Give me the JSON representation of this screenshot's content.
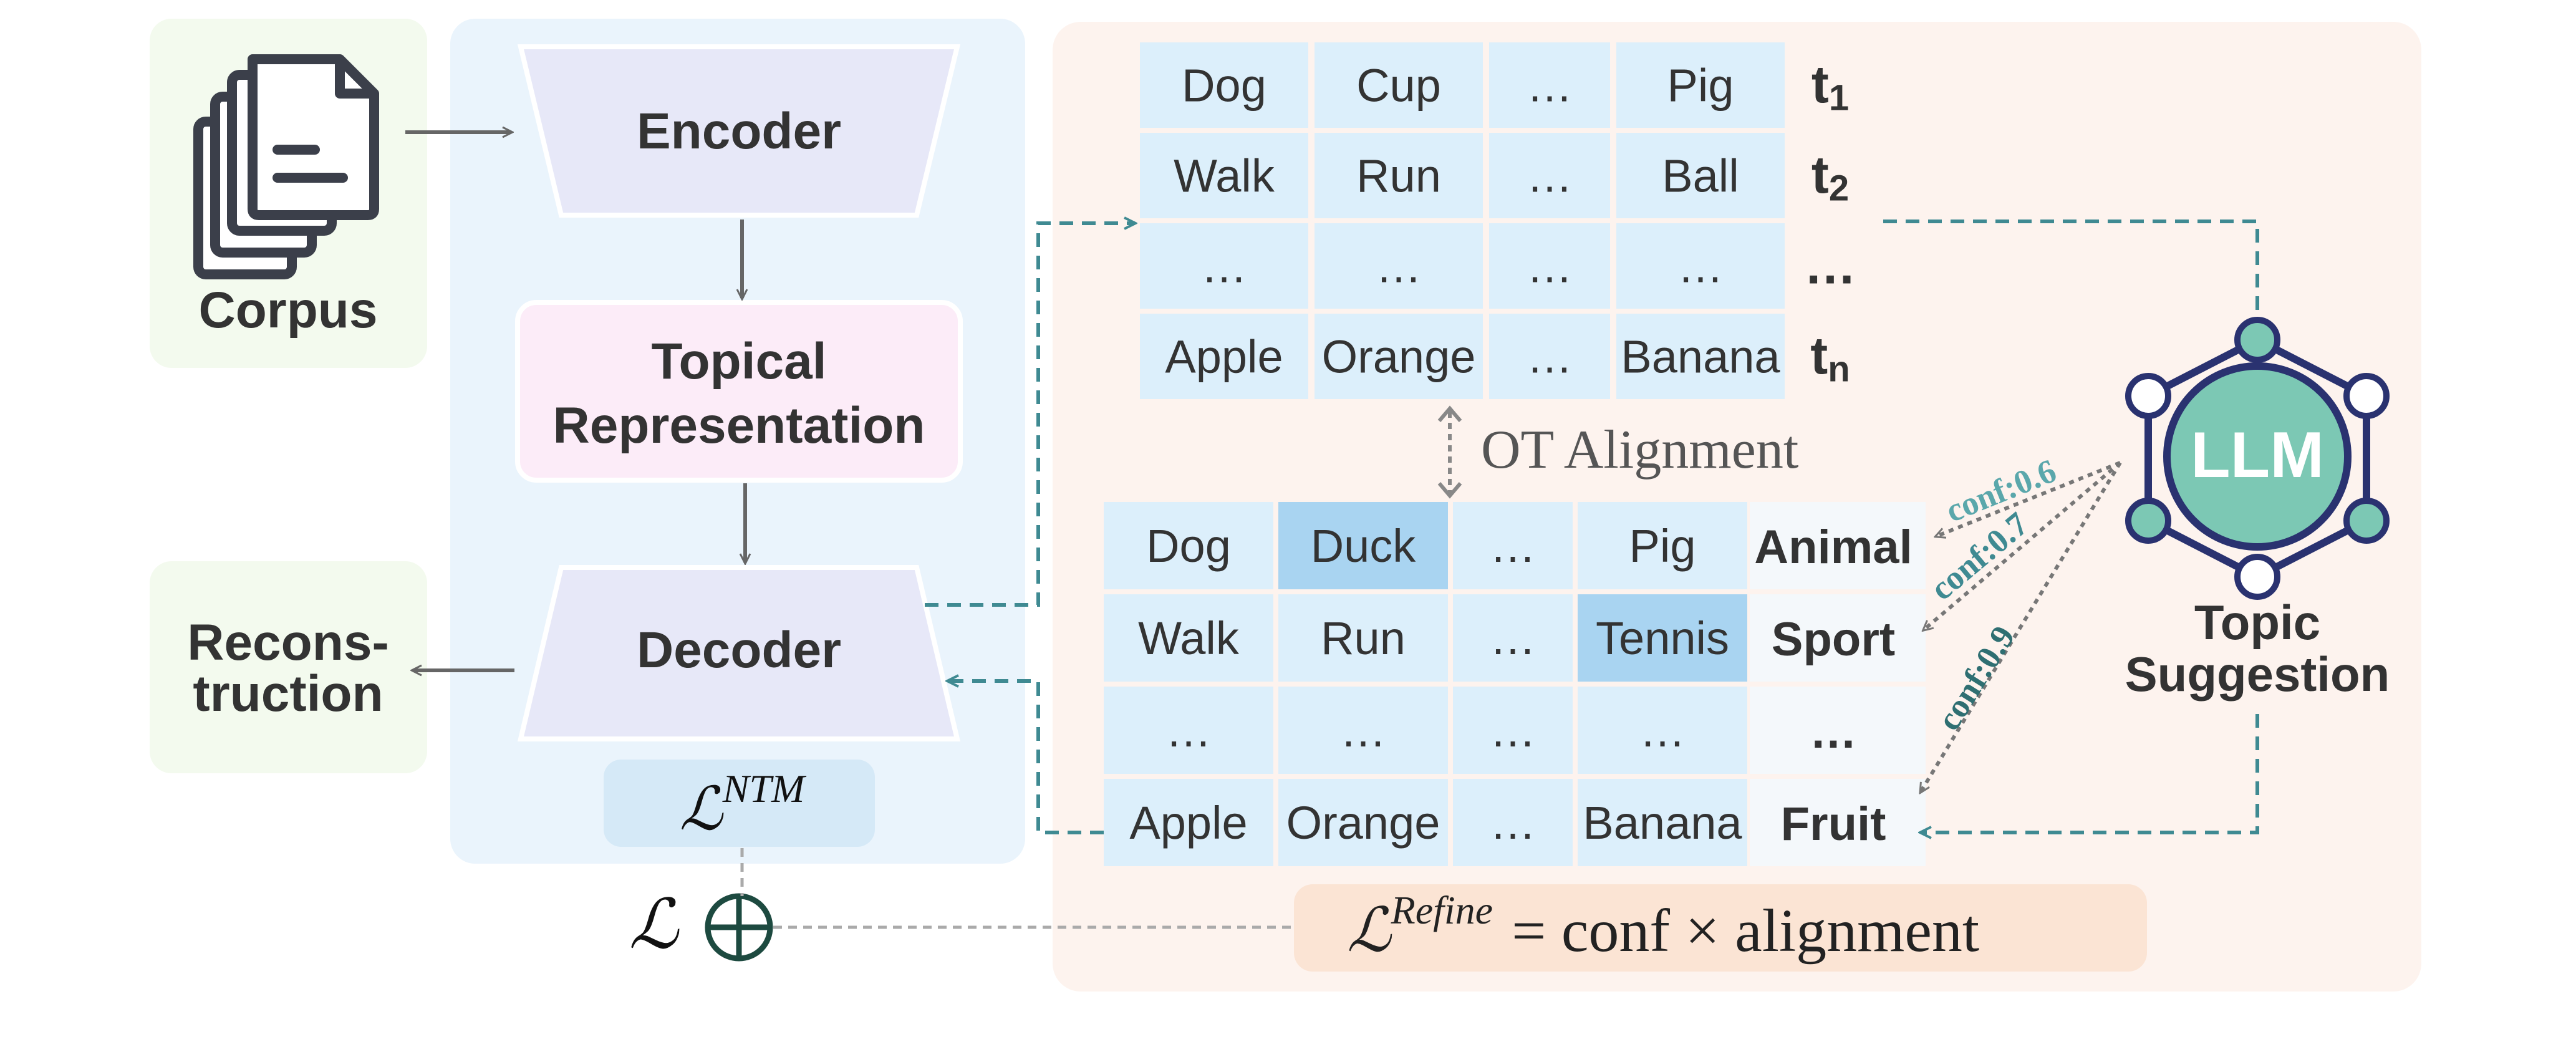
{
  "colors": {
    "corpus_bg": "#f3faee",
    "left_panel_bg": "#eaf4fc",
    "right_panel_bg": "#fdf3ee",
    "trapezoid": "#e7e8f8",
    "topical_bg": "#fcecf8",
    "loss_ntm_bg": "#d5e9f7",
    "loss_refine_bg": "#fbe4d4",
    "cell": "#dceffb",
    "cell_highlight": "#a9d4f1",
    "llm_green": "#7cc8b4",
    "llm_navy": "#2a3270",
    "teal_dash": "#3f8a92",
    "conf_text": "#5aa7ab",
    "gray": "#666666",
    "text": "#333333"
  },
  "icons": {
    "corpus": "document-stack-icon",
    "llm": "hexagon-network-icon",
    "sum": "circle-plus-icon"
  },
  "labels": {
    "corpus": "Corpus",
    "encoder": "Encoder",
    "topical_line1": "Topical",
    "topical_line2": "Representation",
    "decoder": "Decoder",
    "reconstruction_line1": "Recons-",
    "reconstruction_line2": "truction",
    "loss_ntm": "ℒ",
    "loss_ntm_sup": "NTM",
    "loss_total": "ℒ",
    "loss_refine": "ℒ",
    "loss_refine_sup": "Refine",
    "loss_refine_rhs": "= conf × alignment",
    "ot_alignment": "OT Alignment",
    "llm": "LLM",
    "topic_suggestion_line1": "Topic",
    "topic_suggestion_line2": "Suggestion",
    "conf": [
      "conf:0.6",
      "conf:0.7",
      "conf:0.9"
    ]
  },
  "top_table": {
    "rows": [
      {
        "words": [
          "Dog",
          "Cup",
          "…",
          "Pig"
        ],
        "label": "t",
        "sub": "1"
      },
      {
        "words": [
          "Walk",
          "Run",
          "…",
          "Ball"
        ],
        "label": "t",
        "sub": "2"
      },
      {
        "words": [
          "…",
          "…",
          "…",
          "…"
        ],
        "label": "…",
        "sub": ""
      },
      {
        "words": [
          "Apple",
          "Orange",
          "…",
          "Banana"
        ],
        "label": "t",
        "sub": "n"
      }
    ]
  },
  "bottom_table": {
    "rows": [
      {
        "words": [
          "Dog",
          "Duck",
          "…",
          "Pig"
        ],
        "label": "Animal",
        "highlight": 1
      },
      {
        "words": [
          "Walk",
          "Run",
          "…",
          "Tennis"
        ],
        "label": "Sport",
        "highlight": 3
      },
      {
        "words": [
          "…",
          "…",
          "…",
          "…"
        ],
        "label": "…",
        "highlight": -1
      },
      {
        "words": [
          "Apple",
          "Orange",
          "…",
          "Banana"
        ],
        "label": "Fruit",
        "highlight": -1
      }
    ]
  }
}
